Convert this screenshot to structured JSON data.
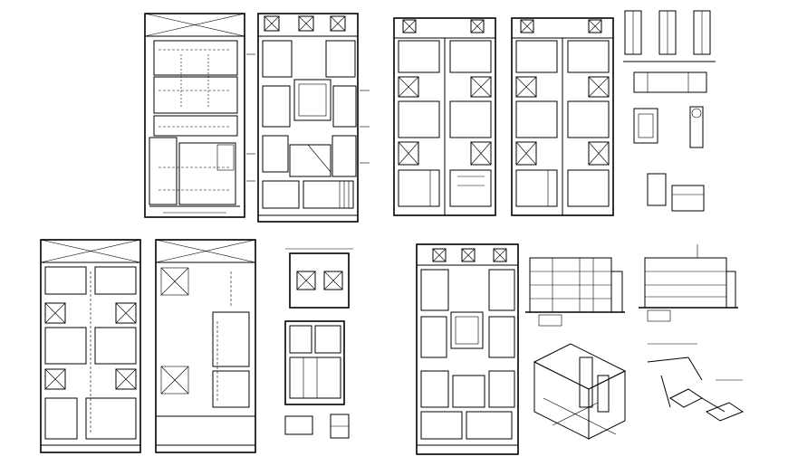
{
  "drawing": {
    "background": "#ffffff",
    "line_color": "#000000",
    "sheets": [
      {
        "id": "plan-electrical-1"
      },
      {
        "id": "plan-floor-1"
      },
      {
        "id": "plan-floor-2"
      },
      {
        "id": "plan-floor-3"
      },
      {
        "id": "details-top-right"
      },
      {
        "id": "plan-electrical-2"
      },
      {
        "id": "plan-electrical-3"
      },
      {
        "id": "details-middle"
      },
      {
        "id": "plan-floor-4"
      },
      {
        "id": "elevation-1"
      },
      {
        "id": "elevation-2"
      },
      {
        "id": "isometric-1"
      },
      {
        "id": "isometric-2"
      }
    ]
  }
}
